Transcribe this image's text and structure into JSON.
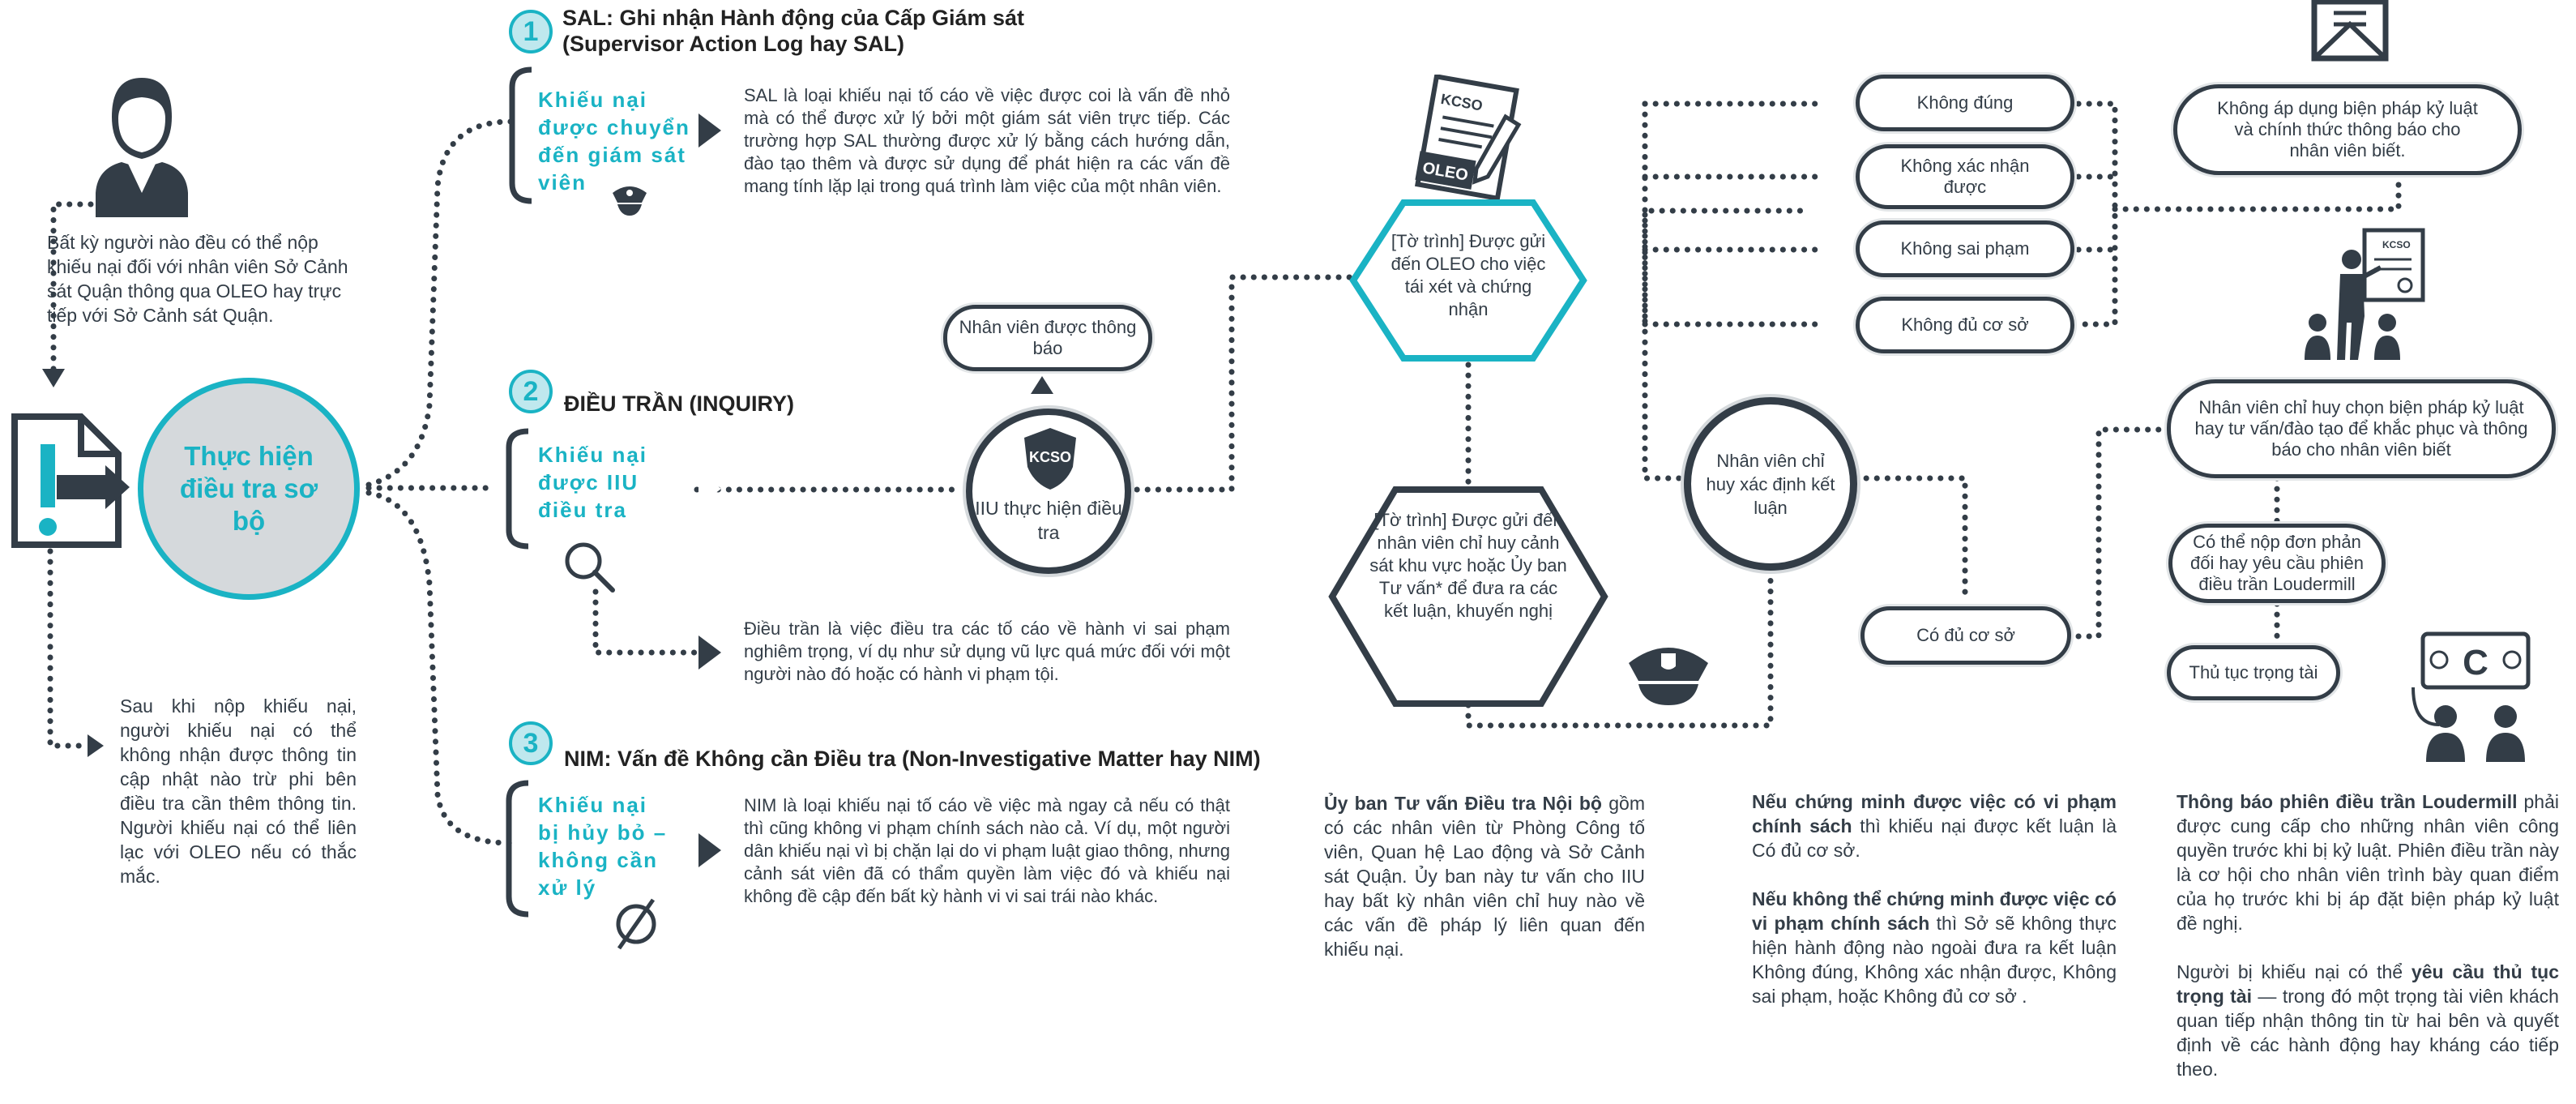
{
  "colors": {
    "teal": "#1ab3c4",
    "dark": "#333d47",
    "grey_fill": "#d5d9dc"
  },
  "intro": {
    "text": "Bất kỳ người nào đều có thể nộp khiếu nại đối với nhân viên Sở Cảnh sát Quận thông qua OLEO hay trực tiếp với Sở Cảnh sát Quận."
  },
  "preliminary": {
    "label": "Thực hiện điều tra sơ bộ"
  },
  "followup": {
    "text": "Sau khi nộp khiếu nại, người khiếu nại có thể không nhận được thông tin cập nhật nào trừ phi bên điều tra cần thêm thông tin. Người khiếu nại có thể liên lạc với OLEO nếu có thắc mắc."
  },
  "sections": [
    {
      "number": "1",
      "title": "SAL: Ghi nhận Hành động của Cấp Giám sát",
      "title2": "(Supervisor Action Log hay SAL)",
      "bracket": "Khiếu nại được chuyển đến giám sát viên",
      "desc": "SAL là loại khiếu nại tố cáo về việc được coi là vấn đề nhỏ mà có thể được xử lý bởi một giám sát viên trực tiếp. Các trường hợp SAL thường được xử lý bằng cách hướng dẫn, đào tạo thêm và được sử dụng để phát hiện ra các vấn đề mang tính lặp lại trong quá trình làm việc của một nhân viên."
    },
    {
      "number": "2",
      "title": "ĐIỀU TRẦN (INQUIRY)",
      "bracket": "Khiếu nại được IIU điều tra",
      "desc": "Điều trần là việc điều tra các tố cáo về hành vi sai phạm nghiêm trọng, ví dụ như sử dụng vũ lực quá mức đối với một người nào đó hoặc có hành vi phạm tội."
    },
    {
      "number": "3",
      "title": "NIM: Vấn đề Không cần Điều tra (Non-Investigative Matter hay NIM)",
      "bracket": "Khiếu nại bị hủy bỏ – không cần xử lý",
      "desc": "NIM là loại khiếu nại tố cáo về việc mà ngay cả nếu có thật thì cũng không vi phạm chính sách nào cả. Ví dụ, một người dân khiếu nại vì bị chặn lại do vi phạm luật giao thông, nhưng cảnh sát viên đã có thẩm quyền làm việc đó và khiếu nại không đề cập đến bất kỳ hành vi vi sai trái nào khác."
    }
  ],
  "notified": {
    "label": "Nhân viên được thông báo"
  },
  "iiu": {
    "label": "IIU thực hiện điều tra",
    "badge": "KCSO"
  },
  "doc_icon": {
    "top": "KCSO",
    "bottom": "OLEO"
  },
  "report1": {
    "label": "[Tờ trình] Được gửi đến OLEO cho việc tái xét và chứng nhận"
  },
  "report2": {
    "label": "[Tờ trình] Được gửi đến nhân viên chỉ huy cảnh sát khu vực hoặc Ủy ban Tư vấn* để đưa ra các kết luận, khuyến nghị"
  },
  "commander": {
    "label": "Nhân viên chỉ huy xác định kết luận"
  },
  "findings": [
    "Không đúng",
    "Không xác nhận được",
    "Không sai phạm",
    "Không đủ cơ sở"
  ],
  "sustained": {
    "label": "Có đủ cơ sở"
  },
  "no_discipline": {
    "label": "Không áp dụng biện pháp kỷ luật và chính thức thông báo cho nhân viên biết."
  },
  "corrective": {
    "label": "Nhân viên chỉ huy chọn biện pháp kỷ luật hay tư vấn/đào tạo để khắc phục và thông báo cho nhân viên biết"
  },
  "loudermill_req": {
    "label": "Có thể nộp đơn phản đối hay yêu cầu phiên điều trần Loudermill"
  },
  "arbitration": {
    "label": "Thủ tục trọng tài"
  },
  "committee": {
    "bold": "Ủy ban Tư vấn Điều tra Nội bộ",
    "text": " gồm có các nhân viên từ Phòng Công tố viên, Quan hệ Lao động và Sở Cảnh sát Quận. Ủy ban này tư vấn cho IIU hay bất kỳ nhân viên chỉ huy nào về các vấn đề pháp lý liên quan đến khiếu nại."
  },
  "policy": {
    "p1_bold": "Nếu chứng minh được việc có vi phạm chính sách",
    "p1_text": " thì khiếu nại được kết luận là Có đủ cơ sở.",
    "p2_bold": "Nếu không thể chứng minh được việc có vi phạm chính sách",
    "p2_text": " thì Sở sẽ không thực hiện hành động nào ngoài đưa ra kết luận Không đúng, Không xác nhận được, Không sai phạm, hoặc Không đủ cơ sở ."
  },
  "loudermill": {
    "bold": "Thông báo phiên điều trần Loudermill",
    "text": " phải được cung cấp cho những nhân viên công quyền trước khi bị kỷ luật. Phiên điều trần này là cơ hội cho nhân viên trình bày quan điểm của họ trước khi bị áp đặt biện pháp kỷ luật đề nghị.",
    "p2_a": "Người bị khiếu nại có thể ",
    "p2_bold": "yêu cầu thủ tục trọng tài",
    "p2_text": " — trong đó một trọng tài viên khách quan tiếp nhận thông tin từ hai bên và quyết định về các hành động hay kháng cáo tiếp theo."
  },
  "arb_icon": {
    "glyph": "C"
  }
}
